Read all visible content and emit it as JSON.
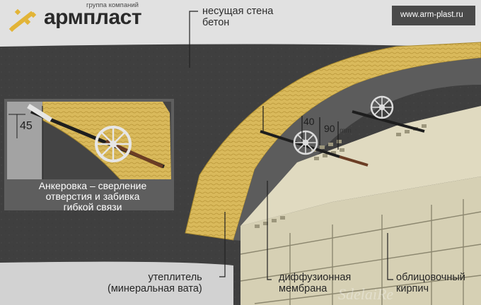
{
  "brand": {
    "subtitle": "группа компаний",
    "name": "армпласт"
  },
  "website": "www.arm-plast.ru",
  "labels": {
    "wall_line1": "несущая стена",
    "wall_line2": "бетон",
    "anchoring_line1": "Анкеровка – сверление",
    "anchoring_line2": "отверстия и забивка",
    "anchoring_line3": "гибкой связи",
    "insulation_line1": "утеплитель",
    "insulation_line2": "(минеральная вата)",
    "membrane_line1": "диффузионная",
    "membrane_line2": "мембрана",
    "brick_line1": "облицовочный",
    "brick_line2": "кирпич"
  },
  "dimensions": {
    "inset_depth": "45",
    "anchor_a": "40",
    "anchor_b": "90",
    "unit": "mm"
  },
  "watermark": "SdelaiRe",
  "colors": {
    "concrete": "#3f3f3f",
    "insulation": "#d8b85a",
    "brick": "#d8d2b6",
    "membrane": "#5e5e5e",
    "accent": "#e2b437"
  }
}
